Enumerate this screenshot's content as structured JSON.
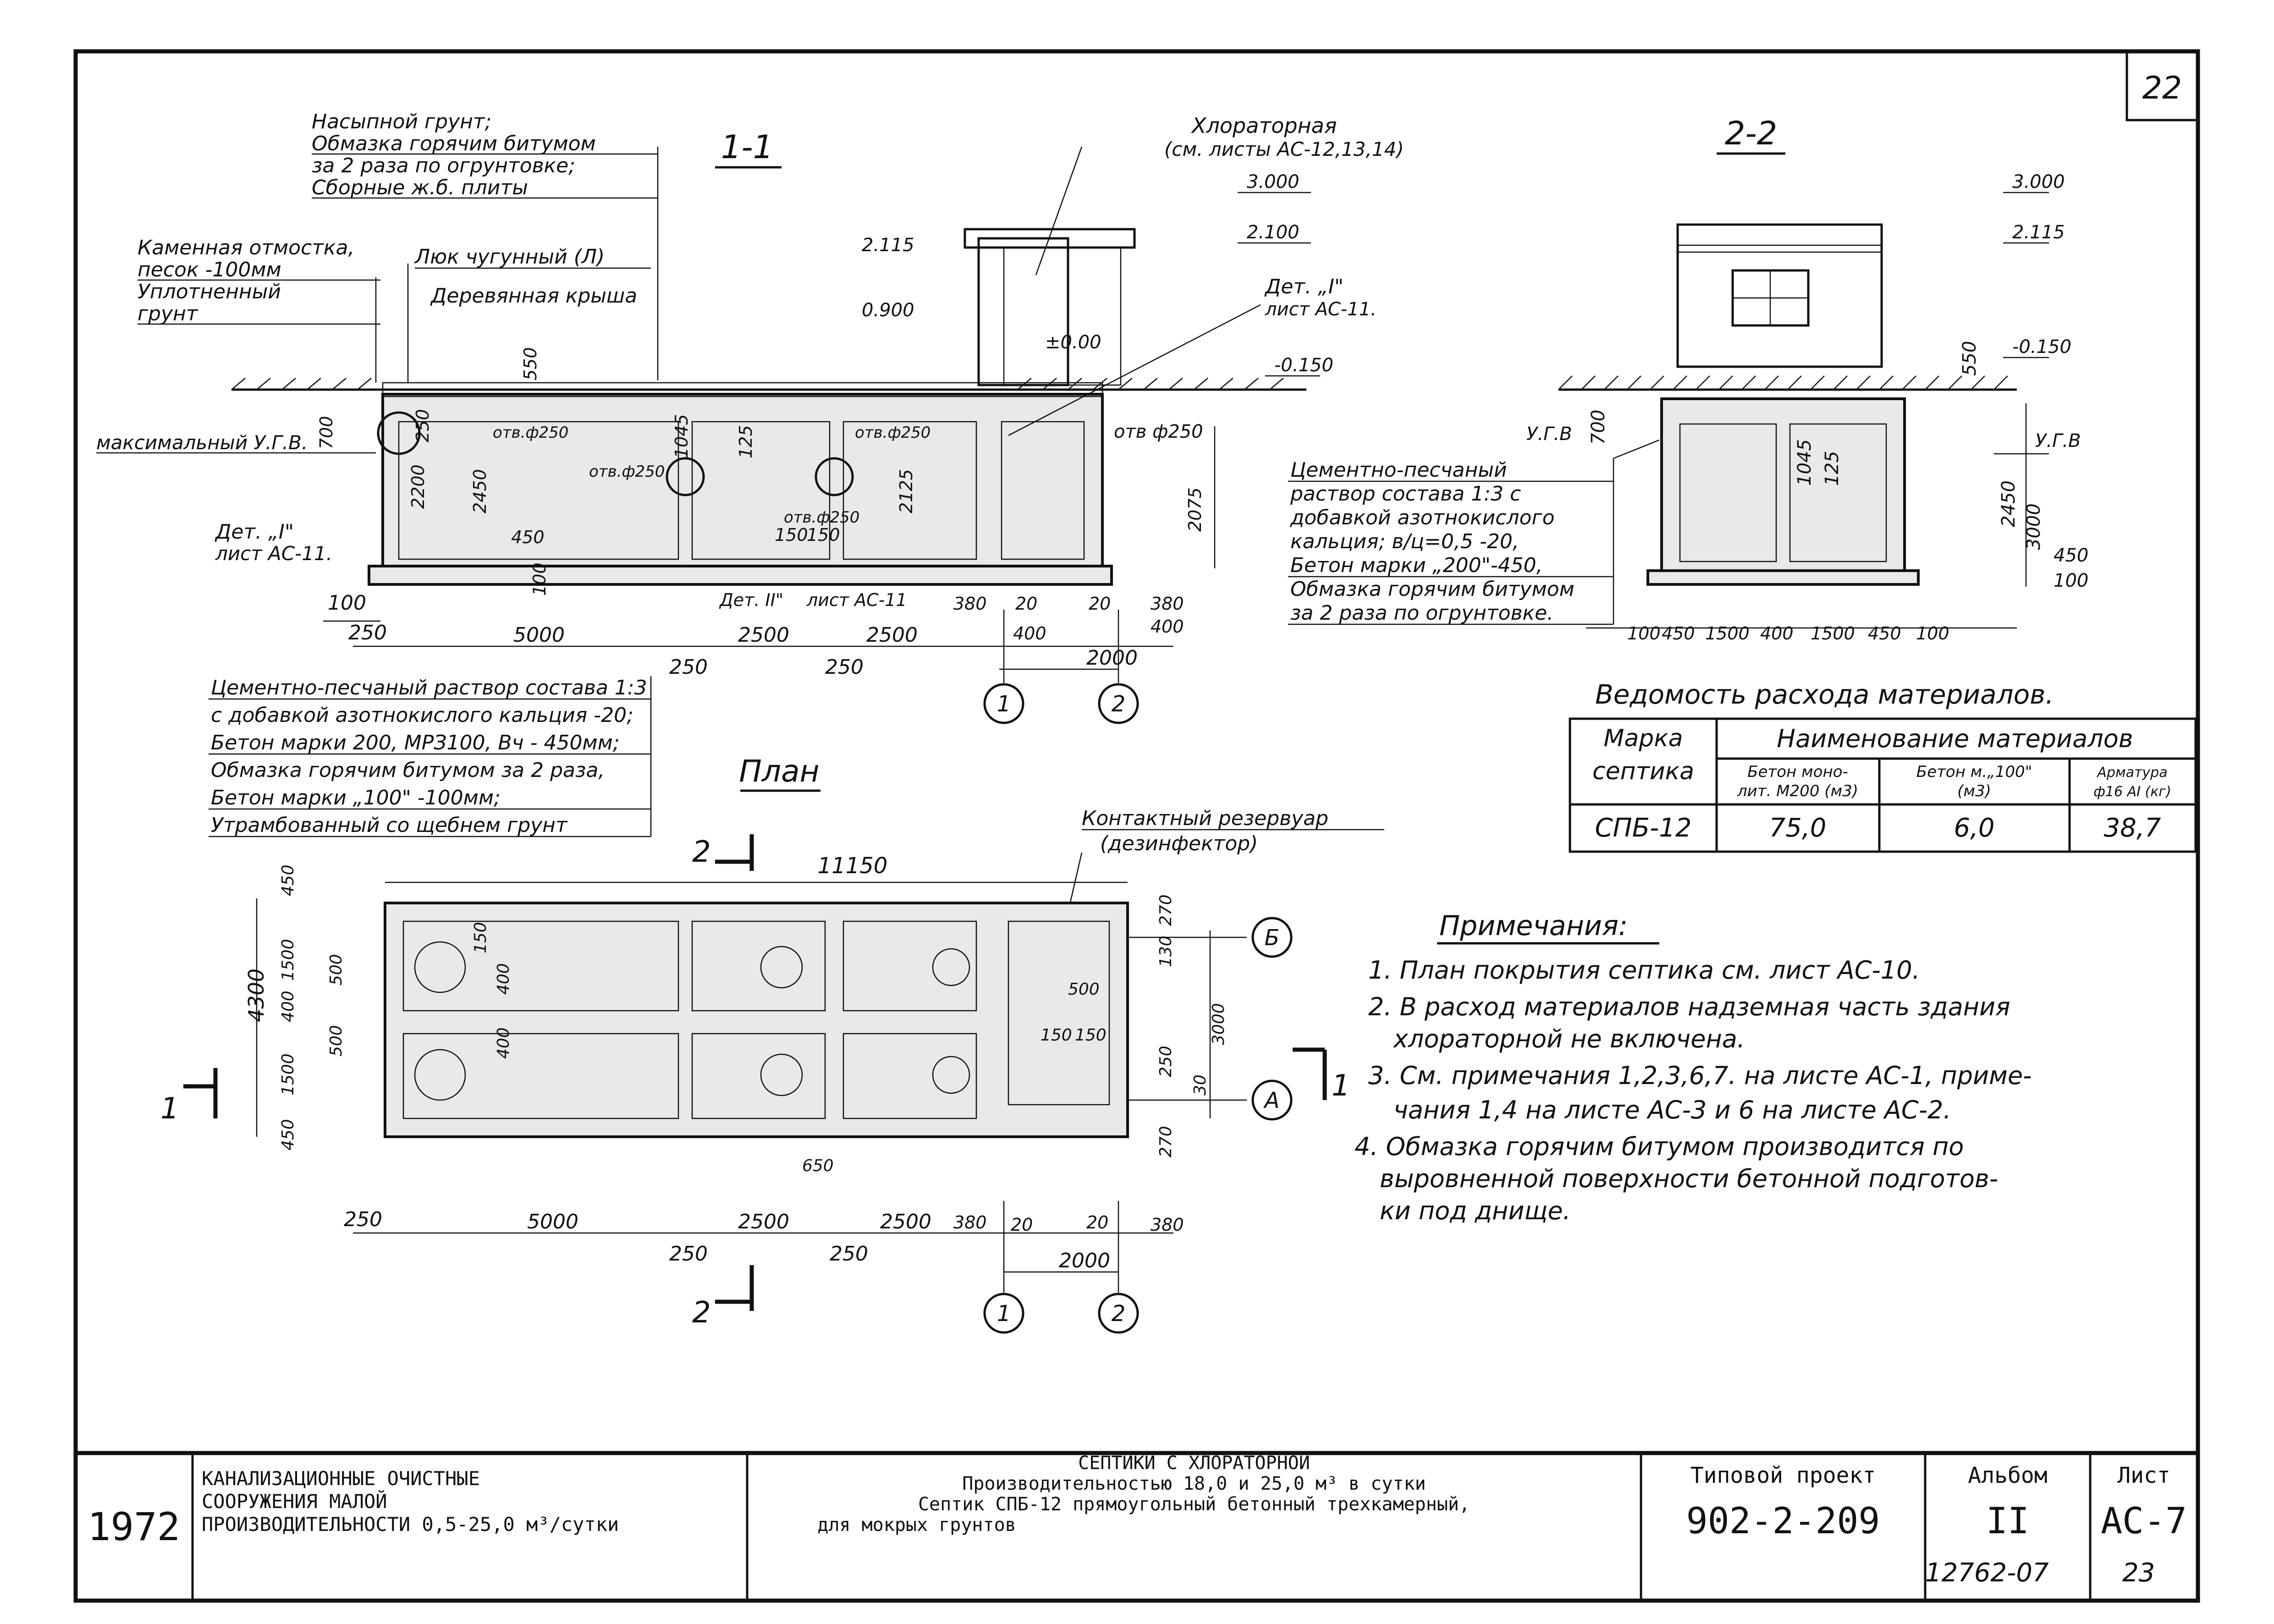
{
  "sheet_number": "22",
  "section_1_1": {
    "title": "1-1",
    "layers_top": [
      "Насыпной грунт;",
      "Обмазка горячим битумом",
      "за 2 раза по огрунтовке;",
      "Сборные ж.б. плиты"
    ],
    "layers_left": [
      "Каменная отмостка,",
      "песок -100мм",
      "Уплотненный",
      "грунт"
    ],
    "hatch_label": "Люк чугунный (Л)",
    "roof_label": "Деревянная крыша",
    "chlor_label": "Хлораторная",
    "chlor_ref": "(см. листы АС-12,13,14)",
    "det_label": "Дет. „I\"",
    "det_ref": "лист АС-11.",
    "gwl_label": "максимальный У.Г.В.",
    "det_left": "Дет. „I\"",
    "det_left_ref": "лист АС-11.",
    "det_ii": "Дет. II\"",
    "det_ii_ref": "лист АС-11",
    "levels": [
      "3.000",
      "2.100",
      "2.115",
      "0.900",
      "±0.00",
      "-0.150"
    ],
    "holes": [
      "отв.ф250",
      "отв.ф250",
      "отв.ф250",
      "отв ф250",
      "отв.ф250"
    ],
    "dims_vertical": [
      "550",
      "700",
      "2200",
      "2450",
      "100",
      "1045",
      "125",
      "2125",
      "2075",
      "250",
      "150",
      "150",
      "450"
    ],
    "dims_bottom": [
      "100",
      "250",
      "5000",
      "2500",
      "2500",
      "380",
      "20",
      "20",
      "380",
      "400",
      "400",
      "250",
      "250",
      "2000"
    ],
    "axes": [
      "1",
      "2"
    ]
  },
  "section_2_2": {
    "title": "2-2",
    "levels": [
      "3.000",
      "2.115",
      "-0.150",
      "У.Г.В",
      "У.Г.В"
    ],
    "dims_vertical": [
      "550",
      "700",
      "2450",
      "3000",
      "450",
      "100",
      "1045",
      "125"
    ],
    "dims_bottom": [
      "100",
      "450",
      "1500",
      "400",
      "1500",
      "450",
      "100"
    ],
    "spec_lines": [
      "Цементно-песчаный",
      "раствор состава 1:3 с",
      "добавкой азотнокислого",
      "кальция; в/ц=0,5 -20,",
      "Бетон марки „200\"-450,",
      "Обмазка горячим битумом",
      "за 2 раза по огрунтовке."
    ]
  },
  "bottom_spec": [
    "Цементно-песчаный раствор состава 1:3",
    "с добавкой азотнокислого кальция -20;",
    "Бетон марки 200, МРЗ100, Вч - 450мм;",
    "Обмазка горячим битумом за 2 раза,",
    "Бетон марки „100\" -100мм;",
    "Утрамбованный со щебнем грунт"
  ],
  "plan": {
    "title": "План",
    "reservoir": "Контактный резервуар",
    "reservoir_sub": "(дезинфектор)",
    "overall": "11150",
    "width": "4300",
    "dims_left": [
      "450",
      "1500",
      "400",
      "1500",
      "450",
      "500",
      "500"
    ],
    "dims_inner": [
      "150",
      "400",
      "400",
      "500",
      "150",
      "150",
      "650"
    ],
    "dims_right": [
      "270",
      "130",
      "3000",
      "250",
      "30",
      "270"
    ],
    "dims_bottom": [
      "250",
      "5000",
      "2500",
      "2500",
      "380",
      "20",
      "20",
      "380",
      "250",
      "250",
      "2000"
    ],
    "axes": [
      "Б",
      "А",
      "1",
      "2"
    ],
    "cuts": [
      "1",
      "1",
      "2",
      "2"
    ]
  },
  "materials": {
    "title": "Ведомость расхода материалов.",
    "col1": [
      "Марка",
      "септика"
    ],
    "col_group": "Наименование материалов",
    "sub_headers": [
      [
        "Бетон моно-",
        "лит. М200 (м3)"
      ],
      [
        "Бетон м.„100\"",
        "(м3)"
      ],
      [
        "Арматура",
        "ф16 AI (кг)"
      ]
    ],
    "row": {
      "mark": "СПБ-12",
      "values": [
        "75,0",
        "6,0",
        "38,7"
      ]
    }
  },
  "notes": {
    "title": "Примечания:",
    "lines": [
      "1. План покрытия септика см. лист АС-10.",
      "2. В расход материалов надземная часть здания",
      "хлораторной не включена.",
      "3. См. примечания 1,2,3,6,7. на листе АС-1, приме-",
      "чания 1,4 на листе АС-3 и 6 на листе АС-2.",
      "4. Обмазка горячим битумом производится по",
      "выровненной поверхности бетонной подготов-",
      "ки под днище."
    ]
  },
  "title_block": {
    "year": "1972",
    "org": [
      "КАНАЛИЗАЦИОННЫЕ ОЧИСТНЫЕ",
      "СООРУЖЕНИЯ МАЛОЙ",
      "ПРОИЗВОДИТЕЛЬНОСТИ 0,5-25,0 м³/сутки"
    ],
    "title": [
      "СЕПТИКИ С ХЛОРАТОРНОЙ",
      "Производительностью 18,0 и 25,0 м³ в сутки",
      "Септик СПБ-12 прямоугольный бетонный трехкамерный,",
      "для мокрых грунтов"
    ],
    "project_label": "Типовой проект",
    "project": "902-2-209",
    "album_label": "Альбом",
    "album": "II",
    "sheet_label": "Лист",
    "sheet": "АС-7"
  },
  "footer": {
    "code": "12762-07",
    "page": "23"
  }
}
